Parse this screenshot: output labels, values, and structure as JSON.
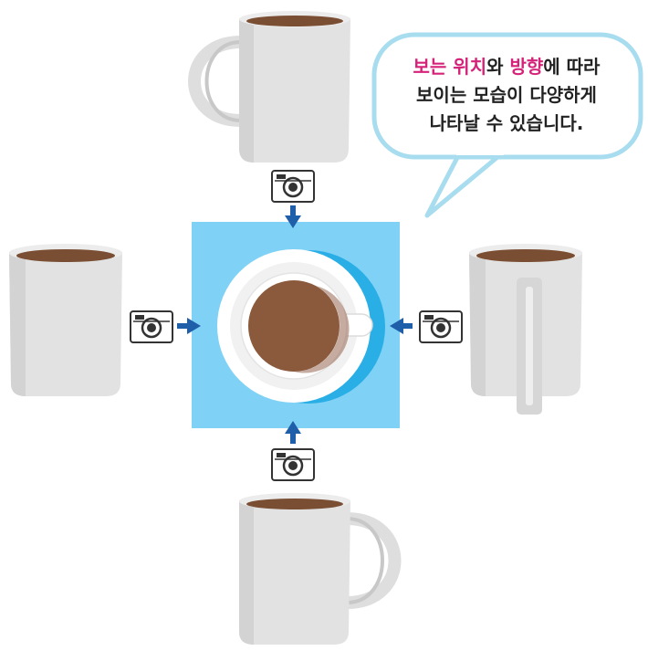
{
  "bubble": {
    "line1": {
      "part1": "보는 ",
      "part2": "위치",
      "part3": "와 ",
      "part4": "방향",
      "part5": "에 따라"
    },
    "line2": "보이는 모습이 다양하게",
    "line3": "나타날 수 있습니다."
  },
  "colors": {
    "highlight": "#d6237a",
    "sky_panel": "#7fd1f5",
    "arrow": "#1f5ea8",
    "coffee": "#8b5a3c",
    "mug": "#e2e2e2",
    "bubble_border": "#a8dcef"
  },
  "icons": [
    "camera-icon",
    "arrow-icon",
    "mug-icon"
  ]
}
